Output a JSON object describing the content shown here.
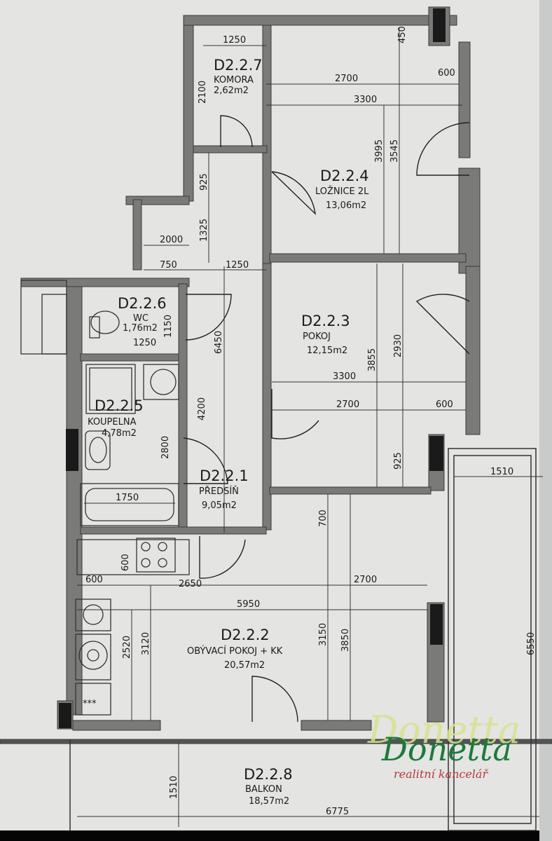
{
  "rooms": [
    {
      "code": "D2.2.7",
      "name": "KOMORA",
      "area": "2,62m2"
    },
    {
      "code": "D2.2.4",
      "name": "LOŽNICE 2L",
      "area": "13,06m2"
    },
    {
      "code": "D2.2.6",
      "name": "WC",
      "area": "1,76m2"
    },
    {
      "code": "D2.2.3",
      "name": "POKOJ",
      "area": "12,15m2"
    },
    {
      "code": "D2.2.5",
      "name": "KOUPELNA",
      "area": "4,78m2"
    },
    {
      "code": "D2.2.1",
      "name": "PŘEDSÍŇ",
      "area": "9,05m2"
    },
    {
      "code": "D2.2.2",
      "name": "OBÝVACÍ POKOJ + KK",
      "area": "20,57m2"
    },
    {
      "code": "D2.2.8",
      "name": "BALKON",
      "area": "18,57m2"
    }
  ],
  "dimensions": [
    "1250",
    "450",
    "2100",
    "2700",
    "600",
    "3300",
    "3995",
    "3545",
    "925",
    "1325",
    "2000",
    "750",
    "1250",
    "1150",
    "1250",
    "6450",
    "3855",
    "2930",
    "3300",
    "2700",
    "600",
    "4200",
    "2800",
    "925",
    "1510",
    "1750",
    "700",
    "600",
    "600",
    "2650",
    "2700",
    "5950",
    "3120",
    "2520",
    "3150",
    "3850",
    "6550",
    "1510",
    "6775"
  ],
  "branding": {
    "name": "Donetta",
    "tagline": "realitní kancelář"
  },
  "stove_mark": "***"
}
